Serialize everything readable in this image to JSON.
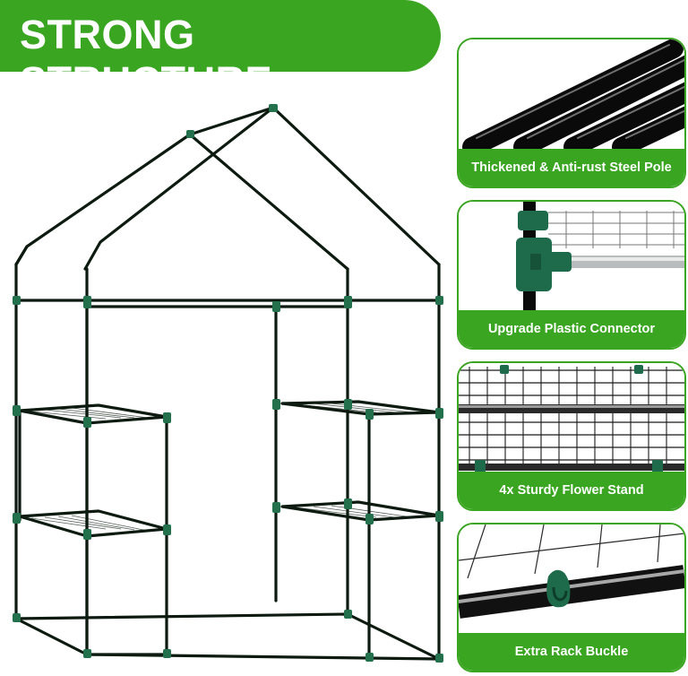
{
  "header": {
    "title": "STRONG STRUCTURE"
  },
  "colors": {
    "accent": "#3aa521",
    "frame": "#0c1a10",
    "connector": "#23704d"
  },
  "features": [
    {
      "label": "Thickened & Anti-rust Steel Pole",
      "icon": "steel-poles-photo"
    },
    {
      "label": "Upgrade Plastic Connector",
      "icon": "plastic-connector-photo"
    },
    {
      "label": "4x Sturdy Flower Stand",
      "icon": "wire-shelf-photo"
    },
    {
      "label": "Extra Rack Buckle",
      "icon": "rack-buckle-photo"
    }
  ],
  "main_image": {
    "icon": "greenhouse-frame-illustration"
  }
}
